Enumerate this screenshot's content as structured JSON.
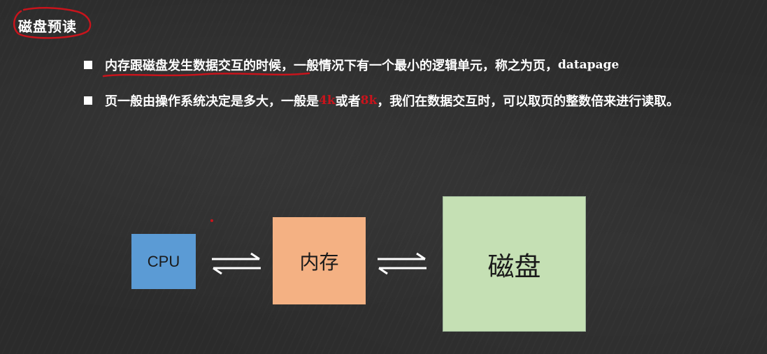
{
  "slide": {
    "title": "磁盘预读",
    "bullets": [
      {
        "underlined_text": "内存跟磁盘发生数据交互的时候",
        "text": "，一般情况下有一个最小的逻辑单元，称之为页，",
        "latin": "datapage"
      },
      {
        "text_a": "页一般由操作系统决定是多大，一般是",
        "highlight_a": "4k",
        "text_b": "或者",
        "highlight_b": "8k",
        "text_c": "，我们在数据交互时，可以取页的整数倍来进行读取。"
      }
    ]
  },
  "diagram": {
    "nodes": [
      {
        "id": "cpu",
        "label": "CPU",
        "color": "#5b9bd5"
      },
      {
        "id": "memory",
        "label": "内存",
        "color": "#f4b183"
      },
      {
        "id": "disk",
        "label": "磁盘",
        "color": "#c5e0b4"
      }
    ],
    "edges": [
      {
        "from": "cpu",
        "to": "memory",
        "style": "bidirectional"
      },
      {
        "from": "memory",
        "to": "disk",
        "style": "bidirectional"
      }
    ]
  },
  "colors": {
    "background": "#2b2b2b",
    "text": "#ffffff",
    "highlight": "#c8141c",
    "annotation": "#c8141c"
  }
}
